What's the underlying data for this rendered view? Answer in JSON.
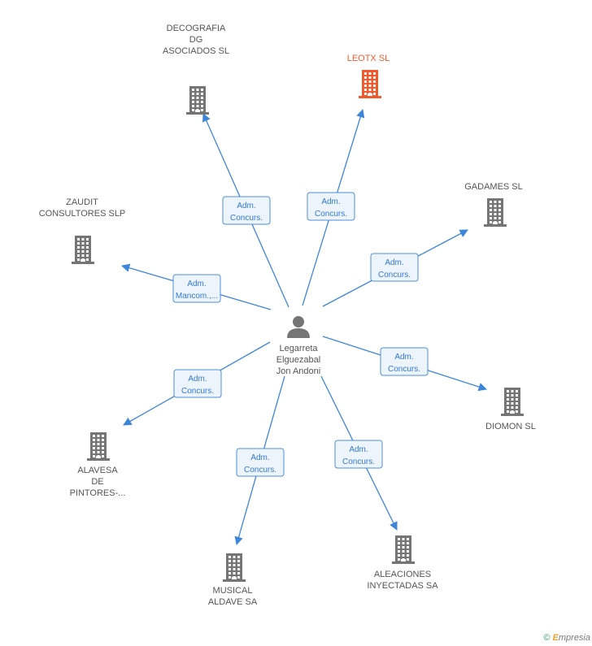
{
  "colors": {
    "edge": "#3c86da",
    "company_default": "#757575",
    "company_highlight": "#f25a2c",
    "person": "#757575",
    "relation_text": "#2f7ad6"
  },
  "center": {
    "lines": [
      "Legarreta",
      "Elguezabal",
      "Jon Andoni"
    ],
    "icon": "person-icon"
  },
  "companies": [
    {
      "id": "decografia",
      "lines": [
        "DECOGRAFIA",
        "DG",
        "ASOCIADOS SL"
      ],
      "highlight": false,
      "relation": [
        "Adm.",
        "Concurs."
      ]
    },
    {
      "id": "leotx",
      "lines": [
        "LEOTX SL"
      ],
      "highlight": true,
      "relation": [
        "Adm.",
        "Concurs."
      ]
    },
    {
      "id": "gadames",
      "lines": [
        "GADAMES SL"
      ],
      "highlight": false,
      "relation": [
        "Adm.",
        "Concurs."
      ]
    },
    {
      "id": "zaudit",
      "lines": [
        "ZAUDIT",
        "CONSULTORES SLP"
      ],
      "highlight": false,
      "relation": [
        "Adm.",
        "Mancom.,..."
      ]
    },
    {
      "id": "diomon",
      "lines": [
        "DIOMON SL"
      ],
      "highlight": false,
      "relation": [
        "Adm.",
        "Concurs."
      ]
    },
    {
      "id": "alavesa",
      "lines": [
        "ALAVESA",
        "DE",
        "PINTORES-..."
      ],
      "highlight": false,
      "relation": [
        "Adm.",
        "Concurs."
      ]
    },
    {
      "id": "musical",
      "lines": [
        "MUSICAL",
        "ALDAVE SA"
      ],
      "highlight": false,
      "relation": [
        "Adm.",
        "Concurs."
      ]
    },
    {
      "id": "aleaciones",
      "lines": [
        "ALEACIONES",
        "INYECTADAS SA"
      ],
      "highlight": false,
      "relation": [
        "Adm.",
        "Concurs."
      ]
    }
  ],
  "footer": {
    "copyright": "©",
    "brand_first": "E",
    "brand_rest": "mpresia"
  }
}
